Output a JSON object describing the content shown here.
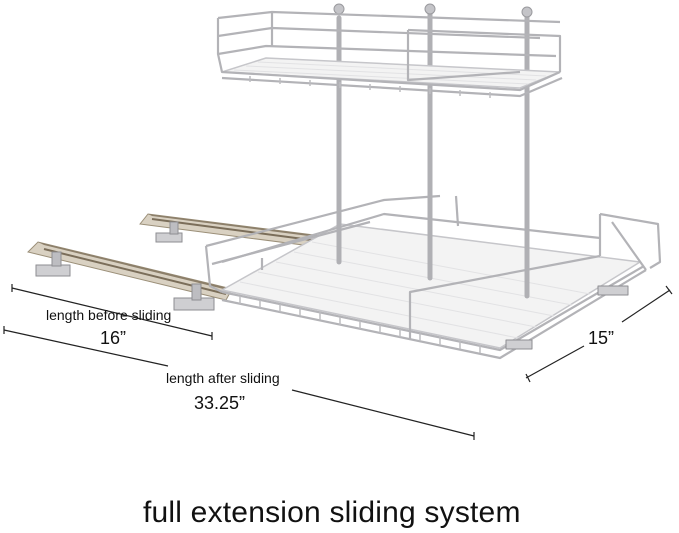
{
  "product": {
    "name": "two-tier sliding wire organizer",
    "wire_color": "#b8b8bc",
    "shelf_color": "#f4f4f4",
    "rail_color": "#a79a84"
  },
  "dimensions": {
    "before_label": "length before sliding",
    "before_value": "16”",
    "after_label": "length after sliding",
    "after_value": "33.25”",
    "depth_value": "15”"
  },
  "caption": "full extension sliding system"
}
